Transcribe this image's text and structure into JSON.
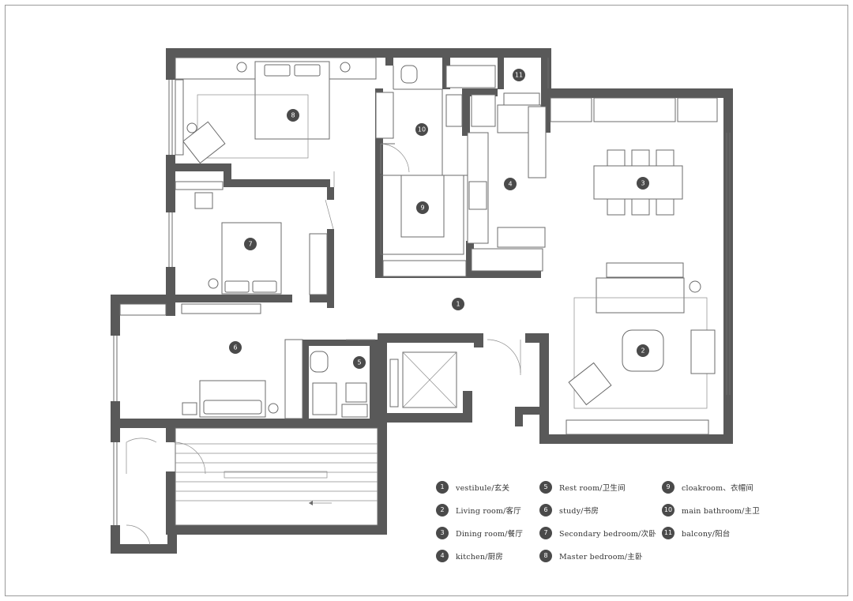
{
  "room_markers": [
    {
      "id": "1",
      "room": "vestibule"
    },
    {
      "id": "2",
      "room": "living-room"
    },
    {
      "id": "3",
      "room": "dining-room"
    },
    {
      "id": "4",
      "room": "kitchen"
    },
    {
      "id": "5",
      "room": "rest-room"
    },
    {
      "id": "6",
      "room": "study"
    },
    {
      "id": "7",
      "room": "secondary-bedroom"
    },
    {
      "id": "8",
      "room": "master-bedroom"
    },
    {
      "id": "9",
      "room": "cloakroom"
    },
    {
      "id": "10",
      "room": "main-bathroom"
    },
    {
      "id": "11",
      "room": "balcony"
    }
  ],
  "legend": {
    "items": [
      {
        "num": "1",
        "label": "vestibule/玄关"
      },
      {
        "num": "2",
        "label": "Living room/客厅"
      },
      {
        "num": "3",
        "label": "Dining room/餐厅"
      },
      {
        "num": "4",
        "label": "kitchen/厨房"
      },
      {
        "num": "5",
        "label": "Rest room/卫生间"
      },
      {
        "num": "6",
        "label": "study/书房"
      },
      {
        "num": "7",
        "label": "Secondary bedroom/次卧"
      },
      {
        "num": "8",
        "label": "Master bedroom/主卧"
      },
      {
        "num": "9",
        "label": "cloakroom、衣帽间"
      },
      {
        "num": "10",
        "label": "main bathroom/主卫"
      },
      {
        "num": "11",
        "label": "balcony/阳台"
      }
    ]
  },
  "colors": {
    "wall": "#595959",
    "line": "#6b6b6b",
    "marker": "#4a4a4a",
    "background": "#ffffff"
  }
}
